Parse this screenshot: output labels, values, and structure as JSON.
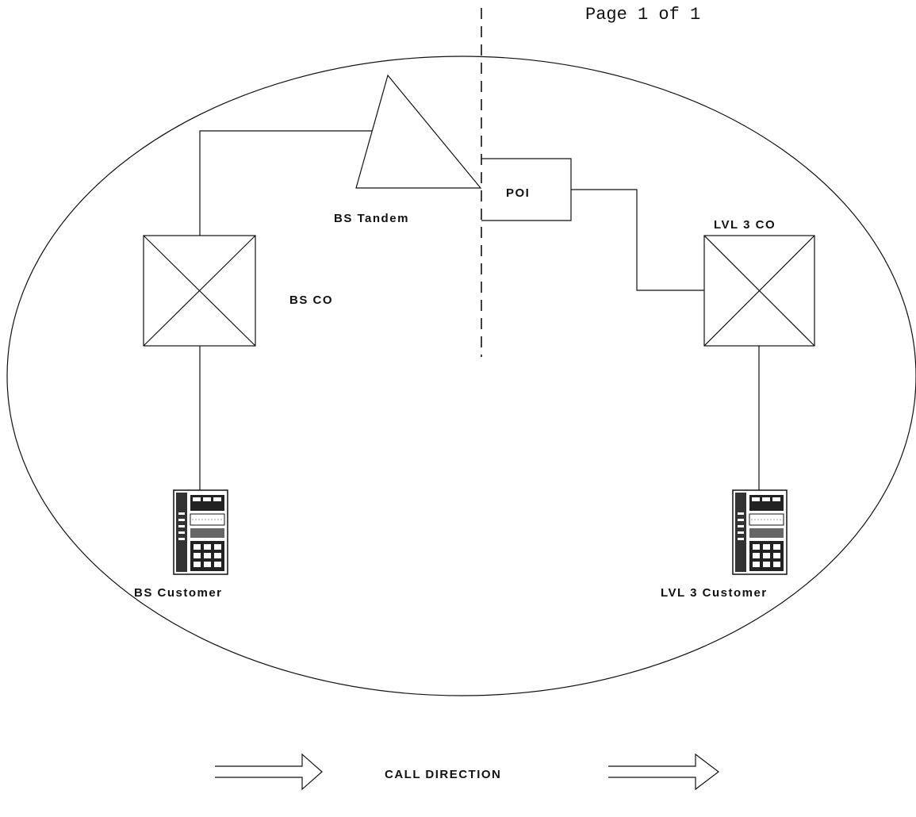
{
  "header": {
    "page_text": "Page 1 of 1"
  },
  "nodes": {
    "bs_tandem": "BS Tandem",
    "bs_co": "BS CO",
    "poi": "POI",
    "lvl3_co": "LVL 3 CO",
    "bs_customer": "BS Customer",
    "lvl3_customer": "LVL 3 Customer"
  },
  "footer": {
    "call_direction": "CALL DIRECTION"
  },
  "icons": {
    "co_switch": "switch-box-icon",
    "tandem": "triangle-icon",
    "customer": "telephone-icon",
    "direction": "arrow-right-icon"
  }
}
